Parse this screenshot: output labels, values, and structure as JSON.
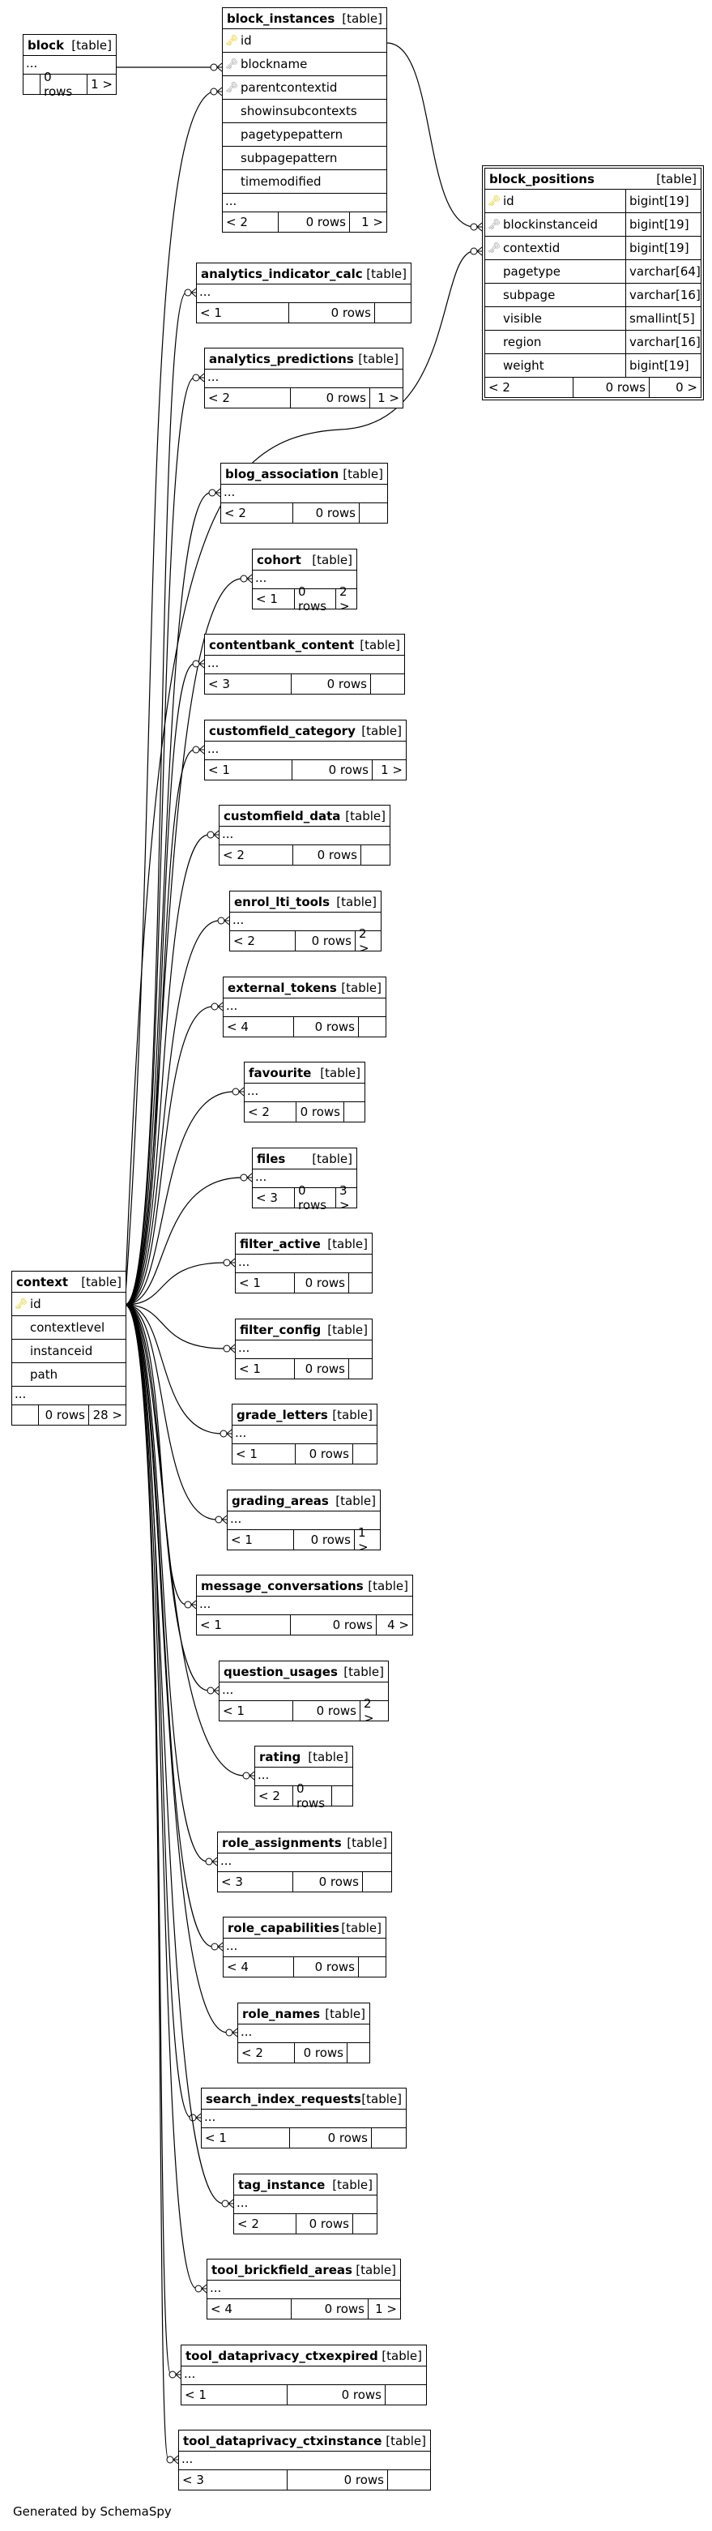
{
  "footer_credit": "Generated by SchemaSpy",
  "type_tag": "[table]",
  "icons": {
    "primary_key": "key-icon",
    "foreign_key": "key-icon"
  },
  "block": {
    "name": "block",
    "ellipsis": "...",
    "parents": "",
    "rows": "0 rows",
    "children": "1 >"
  },
  "block_instances": {
    "name": "block_instances",
    "columns": [
      {
        "name": "id",
        "key": "pk"
      },
      {
        "name": "blockname",
        "key": "fk"
      },
      {
        "name": "parentcontextid",
        "key": "fk"
      },
      {
        "name": "showinsubcontexts",
        "key": ""
      },
      {
        "name": "pagetypepattern",
        "key": ""
      },
      {
        "name": "subpagepattern",
        "key": ""
      },
      {
        "name": "timemodified",
        "key": ""
      }
    ],
    "ellipsis": "...",
    "parents": "< 2",
    "rows": "0 rows",
    "children": "1 >"
  },
  "block_positions": {
    "name": "block_positions",
    "columns": [
      {
        "name": "id",
        "type": "bigint[19]",
        "key": "pk"
      },
      {
        "name": "blockinstanceid",
        "type": "bigint[19]",
        "key": "fk"
      },
      {
        "name": "contextid",
        "type": "bigint[19]",
        "key": "fk"
      },
      {
        "name": "pagetype",
        "type": "varchar[64]",
        "key": ""
      },
      {
        "name": "subpage",
        "type": "varchar[16]",
        "key": ""
      },
      {
        "name": "visible",
        "type": "smallint[5]",
        "key": ""
      },
      {
        "name": "region",
        "type": "varchar[16]",
        "key": ""
      },
      {
        "name": "weight",
        "type": "bigint[19]",
        "key": ""
      }
    ],
    "parents": "< 2",
    "rows": "0 rows",
    "children": "0 >"
  },
  "context": {
    "name": "context",
    "columns": [
      {
        "name": "id",
        "key": "pk"
      },
      {
        "name": "contextlevel",
        "key": ""
      },
      {
        "name": "instanceid",
        "key": ""
      },
      {
        "name": "path",
        "key": ""
      }
    ],
    "ellipsis": "...",
    "parents": "",
    "rows": "0 rows",
    "children": "28 >"
  },
  "children": [
    {
      "name": "analytics_indicator_calc",
      "parents": "< 1",
      "rows": "0 rows",
      "children": ""
    },
    {
      "name": "analytics_predictions",
      "parents": "< 2",
      "rows": "0 rows",
      "children": "1 >"
    },
    {
      "name": "blog_association",
      "parents": "< 2",
      "rows": "0 rows",
      "children": ""
    },
    {
      "name": "cohort",
      "parents": "< 1",
      "rows": "0 rows",
      "children": "2 >"
    },
    {
      "name": "contentbank_content",
      "parents": "< 3",
      "rows": "0 rows",
      "children": ""
    },
    {
      "name": "customfield_category",
      "parents": "< 1",
      "rows": "0 rows",
      "children": "1 >"
    },
    {
      "name": "customfield_data",
      "parents": "< 2",
      "rows": "0 rows",
      "children": ""
    },
    {
      "name": "enrol_lti_tools",
      "parents": "< 2",
      "rows": "0 rows",
      "children": "2 >"
    },
    {
      "name": "external_tokens",
      "parents": "< 4",
      "rows": "0 rows",
      "children": ""
    },
    {
      "name": "favourite",
      "parents": "< 2",
      "rows": "0 rows",
      "children": ""
    },
    {
      "name": "files",
      "parents": "< 3",
      "rows": "0 rows",
      "children": "3 >"
    },
    {
      "name": "filter_active",
      "parents": "< 1",
      "rows": "0 rows",
      "children": ""
    },
    {
      "name": "filter_config",
      "parents": "< 1",
      "rows": "0 rows",
      "children": ""
    },
    {
      "name": "grade_letters",
      "parents": "< 1",
      "rows": "0 rows",
      "children": ""
    },
    {
      "name": "grading_areas",
      "parents": "< 1",
      "rows": "0 rows",
      "children": "1 >"
    },
    {
      "name": "message_conversations",
      "parents": "< 1",
      "rows": "0 rows",
      "children": "4 >"
    },
    {
      "name": "question_usages",
      "parents": "< 1",
      "rows": "0 rows",
      "children": "2 >"
    },
    {
      "name": "rating",
      "parents": "< 2",
      "rows": "0 rows",
      "children": ""
    },
    {
      "name": "role_assignments",
      "parents": "< 3",
      "rows": "0 rows",
      "children": ""
    },
    {
      "name": "role_capabilities",
      "parents": "< 4",
      "rows": "0 rows",
      "children": ""
    },
    {
      "name": "role_names",
      "parents": "< 2",
      "rows": "0 rows",
      "children": ""
    },
    {
      "name": "search_index_requests",
      "parents": "< 1",
      "rows": "0 rows",
      "children": ""
    },
    {
      "name": "tag_instance",
      "parents": "< 2",
      "rows": "0 rows",
      "children": ""
    },
    {
      "name": "tool_brickfield_areas",
      "parents": "< 4",
      "rows": "0 rows",
      "children": "1 >"
    },
    {
      "name": "tool_dataprivacy_ctxexpired",
      "parents": "< 1",
      "rows": "0 rows",
      "children": ""
    },
    {
      "name": "tool_dataprivacy_ctxinstance",
      "parents": "< 3",
      "rows": "0 rows",
      "children": ""
    }
  ],
  "child_ellipsis": "..."
}
